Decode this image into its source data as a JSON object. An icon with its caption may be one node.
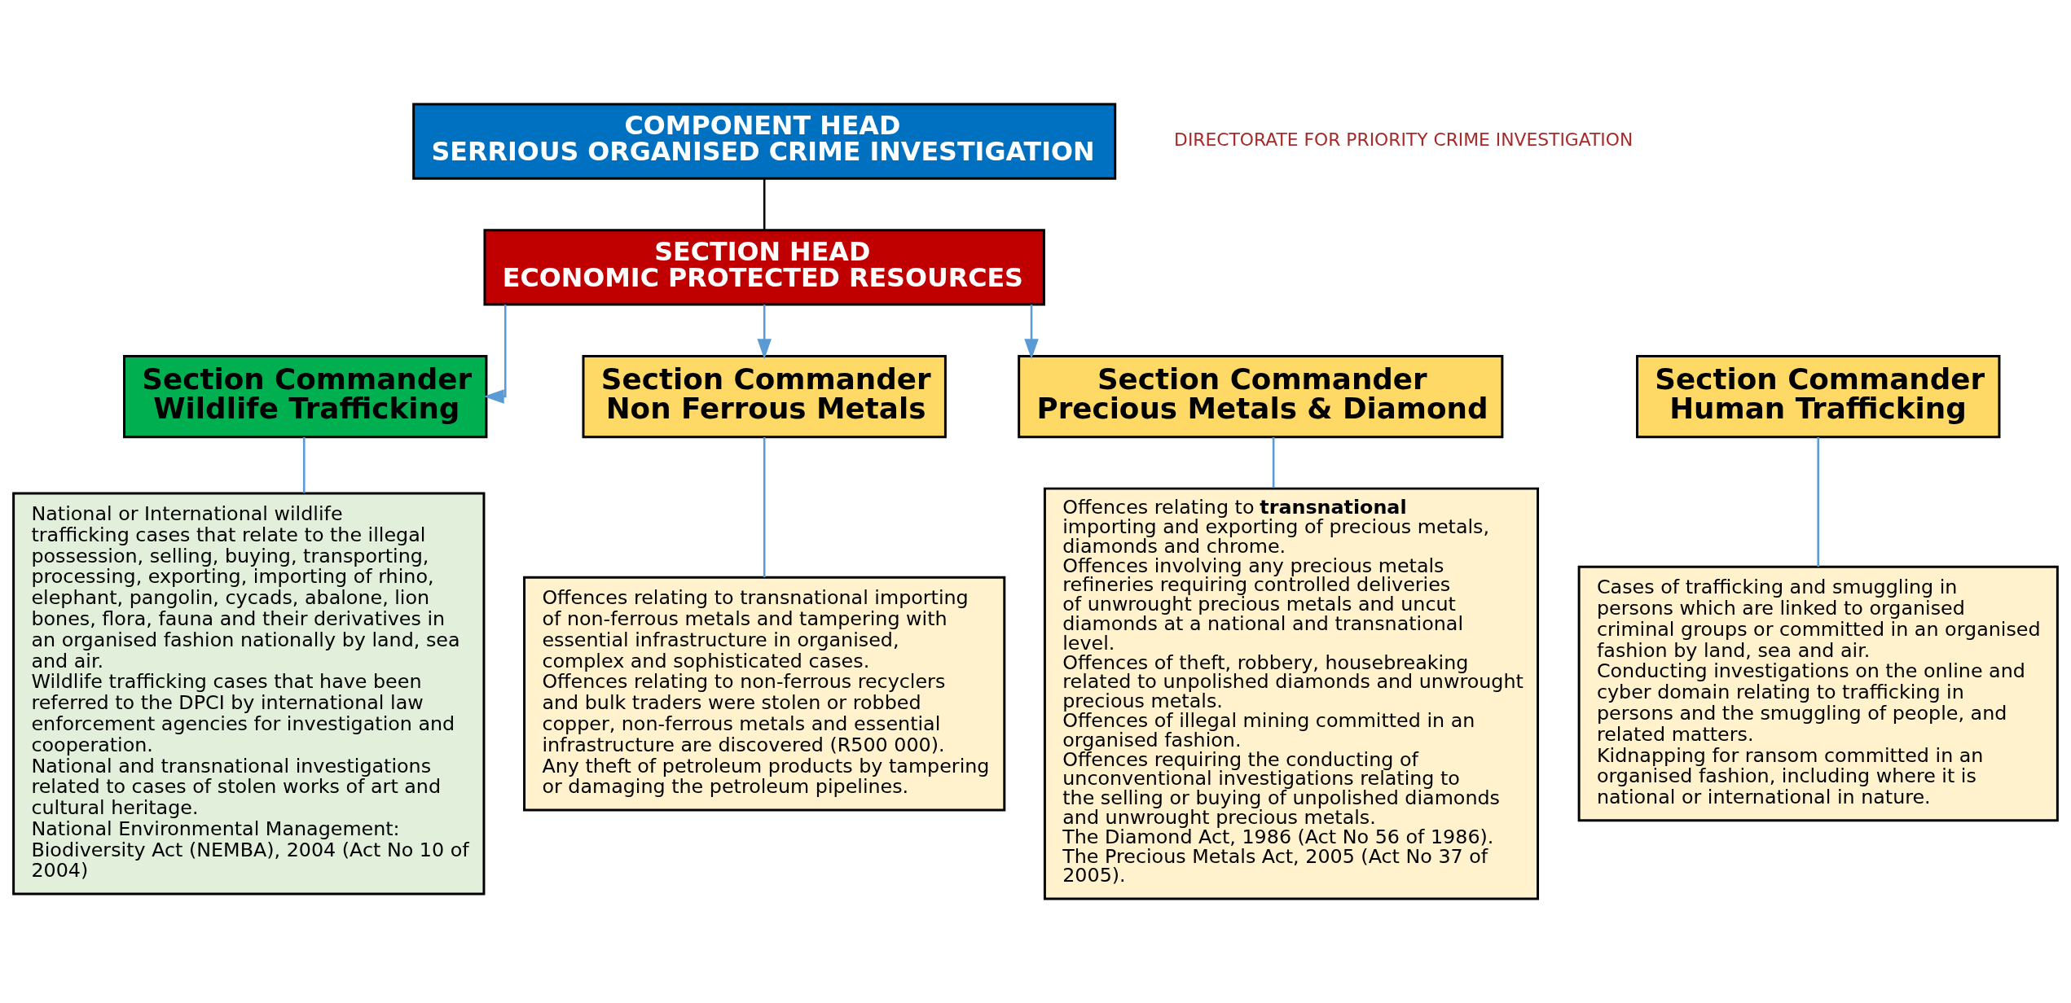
{
  "diagram": {
    "nodes": [
      {
        "text": [
          "COMPONENT HEAD",
          "SERRIOUS ORGANISED CRIME INVESTIGATION"
        ]
      },
      {
        "text": [
          "SECTION HEAD",
          "ECONOMIC PROTECTED RESOURCES"
        ]
      },
      {
        "text": [
          "Section Commander",
          "Wildlife Trafficking"
        ]
      },
      {
        "text": [
          "Section Commander",
          "Human Trafficking"
        ]
      },
      {
        "text": [
          "Section Commander",
          "Non Ferrous Metals"
        ]
      },
      {
        "text": [
          "Section Commander",
          "Precious Metals & Diamond"
        ]
      },
      {
        "text": [
          "National or International wildlife trafficking cases that relate to the illegal possession, selling, buying, transporting, processing, exporting, importing of rhino, elephant, pangolin, cycads, abalone, lion bones, flora, fauna and their derivatives in an organised fashion nationally by land, sea and air.",
          "Wildlife trafficking cases that have been referred to the DPCI by international law enforcement agencies for investigation and cooperation.",
          "National and transnational investigations related to cases of stolen works of art and cultural heritage.",
          "National Environmental Management: Biodiversity Act (NEMBA), 2004 (Act No 10 of 2004)"
        ]
      },
      {
        "text": [
          "Cases of trafficking and smuggling in persons which are linked to organised criminal groups or committed in an organised fashion by land, sea and air.",
          "Conducting investigations on the online and cyber domain relating to trafficking in persons and the smuggling of people, and related matters.",
          "Kidnapping for ransom committed in an organised fashion, including where it is national or international in nature."
        ]
      },
      {
        "text": [
          "Offences relating to transnational importing of non-ferrous metals and tampering with essential infrastructure in organised, complex and sophisticated cases.",
          "Offences relating to non-ferrous recyclers and bulk traders were stolen or robbed copper, non-ferrous metals and essential infrastructure are discovered (R500 000).",
          "Any theft of petroleum products by tampering or damaging the petroleum pipelines."
        ]
      },
      {
        "text": [
          "Offences relating to **transnational** importing and exporting of precious metals, diamonds and chrome.",
          "Offences involving any precious metals refineries requiring controlled deliveries of unwrought precious metals and uncut diamonds at a national and transnational level.",
          "Offences of theft, robbery, housebreaking related to unpolished diamonds and unwrought precious metals.",
          "Offences of illegal mining committed in an organised fashion.",
          "Offences requiring the conducting of unconventional investigations relating to the selling or buying of unpolished diamonds and unwrought precious metals.",
          "The Diamond Act, 1986 (Act No 56 of 1986).",
          "The Precious Metals Act, 2005 (Act No 37 of 2005)."
        ]
      }
    ],
    "edges": [
      {
        "from": 0,
        "to": 1,
        "arrow": "none",
        "color": "#000000"
      },
      {
        "from": 1,
        "to": 2,
        "arrow": "to"
      },
      {
        "from": 1,
        "to": 4,
        "arrow": "to"
      },
      {
        "from": 1,
        "to": 5,
        "arrow": "to"
      },
      {
        "from": 2,
        "to": 6,
        "arrow": "none"
      },
      {
        "from": 3,
        "to": 7,
        "arrow": "none"
      },
      {
        "from": 4,
        "to": 8,
        "arrow": "none"
      },
      {
        "from": 5,
        "to": 9,
        "arrow": "none"
      }
    ],
    "labels": [
      "DIRECTORATE FOR PRIORITY CRIME INVESTIGATION"
    ]
  }
}
